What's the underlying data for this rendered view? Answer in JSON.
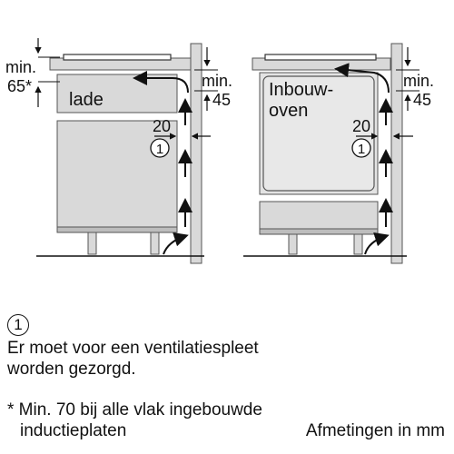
{
  "diagram": {
    "left_unit": {
      "drawer_label": "lade",
      "clearance_top_line1": "min.",
      "clearance_top_line2": "65*",
      "clearance_right_line1": "min.",
      "clearance_right_line2": "45",
      "gap_value": "20",
      "marker": "1"
    },
    "right_unit": {
      "oven_label_line1": "Inbouw-",
      "oven_label_line2": "oven",
      "clearance_right_line1": "min.",
      "clearance_right_line2": "45",
      "gap_value": "20",
      "marker": "1"
    }
  },
  "legend": {
    "marker": "1",
    "note_line1": "Er moet voor een ventilatiespleet",
    "note_line2": "worden gezorgd.",
    "footnote_line1": "* Min. 70 bij alle vlak ingebouwde",
    "footnote_line2": "inductieplaten",
    "units": "Afmetingen in mm"
  }
}
